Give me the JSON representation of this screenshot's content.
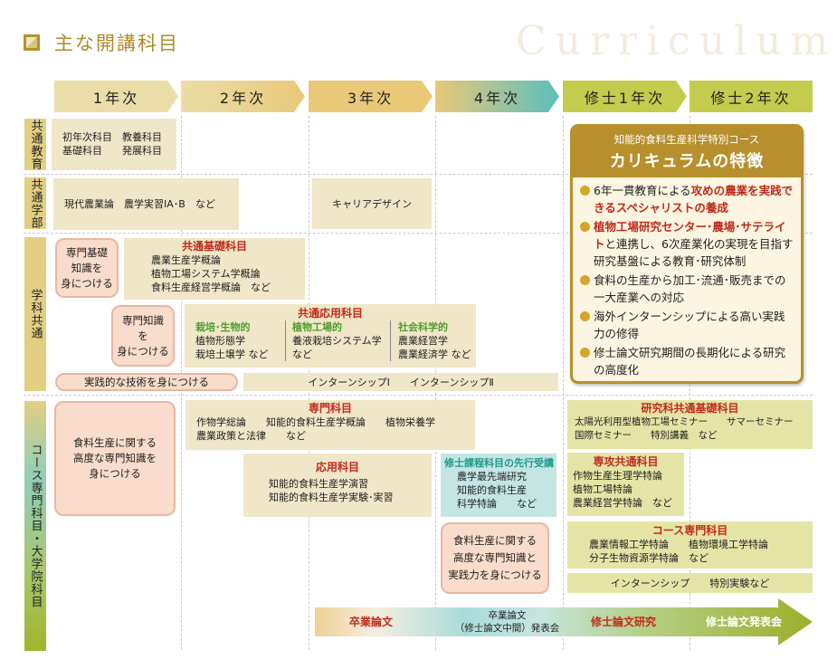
{
  "header": {
    "title": "主な開講科目",
    "watermark": "Curriculum"
  },
  "years": [
    "1年次",
    "2年次",
    "3年次",
    "4年次",
    "修士1年次",
    "修士2年次"
  ],
  "rows": {
    "kyotsu_kyoiku": {
      "label": "共通教育",
      "box_line1": "初年次科目　教養科目",
      "box_line2": "基礎科目　　発展科目"
    },
    "kyotsu_gakubu": {
      "label": "共通学部",
      "box1": "現代農業論　農学実習IA･B　など",
      "box2": "キャリアデザイン"
    },
    "gakka_kyotsu": {
      "label": "学科共通",
      "peach1": "専門基礎\n知識を\n身につける",
      "peach1_lines": [
        "専門基礎",
        "知識を",
        "身につける"
      ],
      "kiso": {
        "title": "共通基礎科目",
        "items": [
          "農業生産学概論",
          "植物工場システム学概論",
          "食料生産経営学概論　など"
        ]
      },
      "peach2_lines": [
        "専門知識",
        "を",
        "身につける"
      ],
      "oyo": {
        "title": "共通応用科目",
        "cols": [
          {
            "heading": "栽培･生物的",
            "items": [
              "植物形態学",
              "栽培土壌学 など"
            ]
          },
          {
            "heading": "植物工場的",
            "items": [
              "養液栽培システム学",
              "など"
            ]
          },
          {
            "heading": "社会科学的",
            "items": [
              "農業経営学",
              "農業経済学 など"
            ]
          }
        ]
      },
      "peach3": "実践的な技術を身につける",
      "internship": "インターンシップⅠ　　インターンシップⅡ"
    },
    "course": {
      "label": "コース専門科目・大学院科目",
      "peach1_lines": [
        "食料生産に関する",
        "高度な専門知識を",
        "身につける"
      ],
      "senmon": {
        "title": "専門科目",
        "line1": "作物学総論　　知能的食料生産学概論　　植物栄養学",
        "line2": "農業政策と法律　　など"
      },
      "oyo": {
        "title": "応用科目",
        "items": [
          "知能的食料生産学演習",
          "知能的食料生産学実験･実習"
        ]
      },
      "senko": {
        "title": "修士課程科目の先行受講",
        "items": [
          "農学最先端研究",
          "知能的食料生産",
          "科学特論　　など"
        ]
      },
      "peach2_lines": [
        "食料生産に関する",
        "高度な専門知識と",
        "実践力を身につける"
      ],
      "kenkyuka": {
        "title": "研究科共通基礎科目",
        "line1": "太陽光利用型植物工場セミナー　　サマーセミナー",
        "line2": "国際セミナー　　特別講義　など"
      },
      "senko_kyotsu": {
        "title": "専攻共通科目",
        "items": [
          "作物生産生理学特論",
          "植物工場特論",
          "農業経営学特論　など"
        ]
      },
      "course_senmon": {
        "title": "コース専門科目",
        "line1": "農業情報工学特論　　植物環境工学特論",
        "line2": "分子生物資源学特論　など"
      },
      "intern": "インターンシップ　　特別実験など"
    }
  },
  "features": {
    "subtitle": "知能的食料生産科学特別コース",
    "title": "カリキュラムの特徴",
    "items": [
      {
        "pre": "6年一貫教育による",
        "hl": "攻めの農業を実践できるスペシャリストの養成",
        "post": ""
      },
      {
        "pre": "",
        "hl": "植物工場研究センター･農場･サテライト",
        "post": "と連携し、6次産業化の実現を目指す研究基盤による教育･研究体制"
      },
      {
        "pre": "食料の生産から加工･流通･販売までの一大産業への対応",
        "hl": "",
        "post": ""
      },
      {
        "pre": "海外インターンシップによる高い実践力の修得",
        "hl": "",
        "post": ""
      },
      {
        "pre": "修士論文研究期間の長期化による研究の高度化",
        "hl": "",
        "post": ""
      }
    ]
  },
  "thesis": {
    "stage1": "卒業論文",
    "stage2_line1": "卒業論文",
    "stage2_line2": "（修士論文中間）発表会",
    "stage3": "修士論文研究",
    "stage4": "修士論文発表会"
  },
  "colors": {
    "gold": "#b5912c",
    "red_heading": "#c02b1c",
    "green_heading": "#4f9c2d",
    "teal_heading": "#1c9a8a",
    "beige_box": "#f0e6c8",
    "peach_box": "#f9dccb",
    "olive_box": "#e4e4a6",
    "teal_box": "#c5e5e3"
  }
}
